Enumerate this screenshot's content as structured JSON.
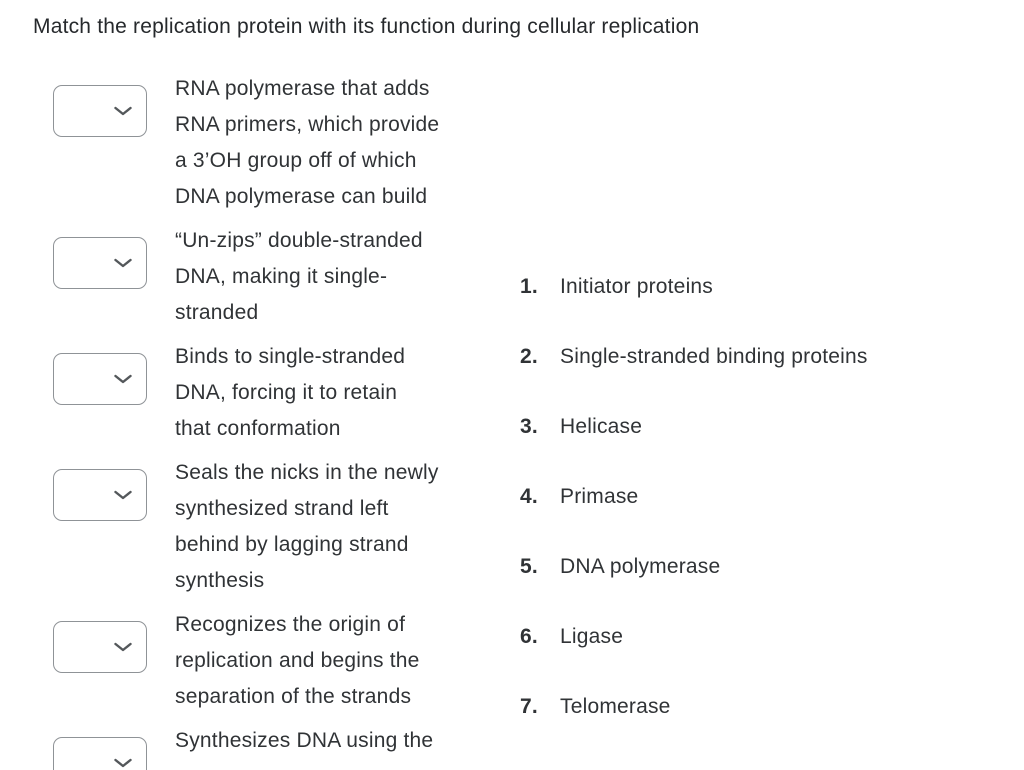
{
  "title": "Match the replication protein with its function during cellular replication",
  "match_items": [
    {
      "select": {
        "value": "",
        "icon": "chevron-down-icon"
      },
      "lines": [
        "RNA polymerase that adds",
        "RNA primers, which provide",
        "a 3’OH group off of which",
        "DNA polymerase can build"
      ]
    },
    {
      "select": {
        "value": "",
        "icon": "chevron-down-icon"
      },
      "lines": [
        "“Un-zips” double-stranded",
        "DNA, making it single-",
        "stranded"
      ]
    },
    {
      "select": {
        "value": "",
        "icon": "chevron-down-icon"
      },
      "lines": [
        "Binds to single-stranded",
        "DNA, forcing it to retain",
        "that conformation"
      ]
    },
    {
      "select": {
        "value": "",
        "icon": "chevron-down-icon"
      },
      "lines": [
        "Seals the nicks in the newly",
        "synthesized strand left",
        "behind by lagging strand",
        "synthesis"
      ]
    },
    {
      "select": {
        "value": "",
        "icon": "chevron-down-icon"
      },
      "lines": [
        "Recognizes the origin of",
        "replication and begins the",
        "separation of the strands"
      ]
    },
    {
      "select": {
        "value": "",
        "icon": "chevron-down-icon"
      },
      "lines": [
        "Synthesizes DNA using the"
      ]
    }
  ],
  "options": [
    {
      "number": "1.",
      "label": "Initiator proteins"
    },
    {
      "number": "2.",
      "label": "Single-stranded binding proteins"
    },
    {
      "number": "3.",
      "label": "Helicase"
    },
    {
      "number": "4.",
      "label": "Primase"
    },
    {
      "number": "5.",
      "label": "DNA polymerase"
    },
    {
      "number": "6.",
      "label": "Ligase"
    },
    {
      "number": "7.",
      "label": "Telomerase"
    }
  ],
  "colors": {
    "text": "#303336",
    "select_border": "#8f9397",
    "chevron": "#54585b"
  }
}
